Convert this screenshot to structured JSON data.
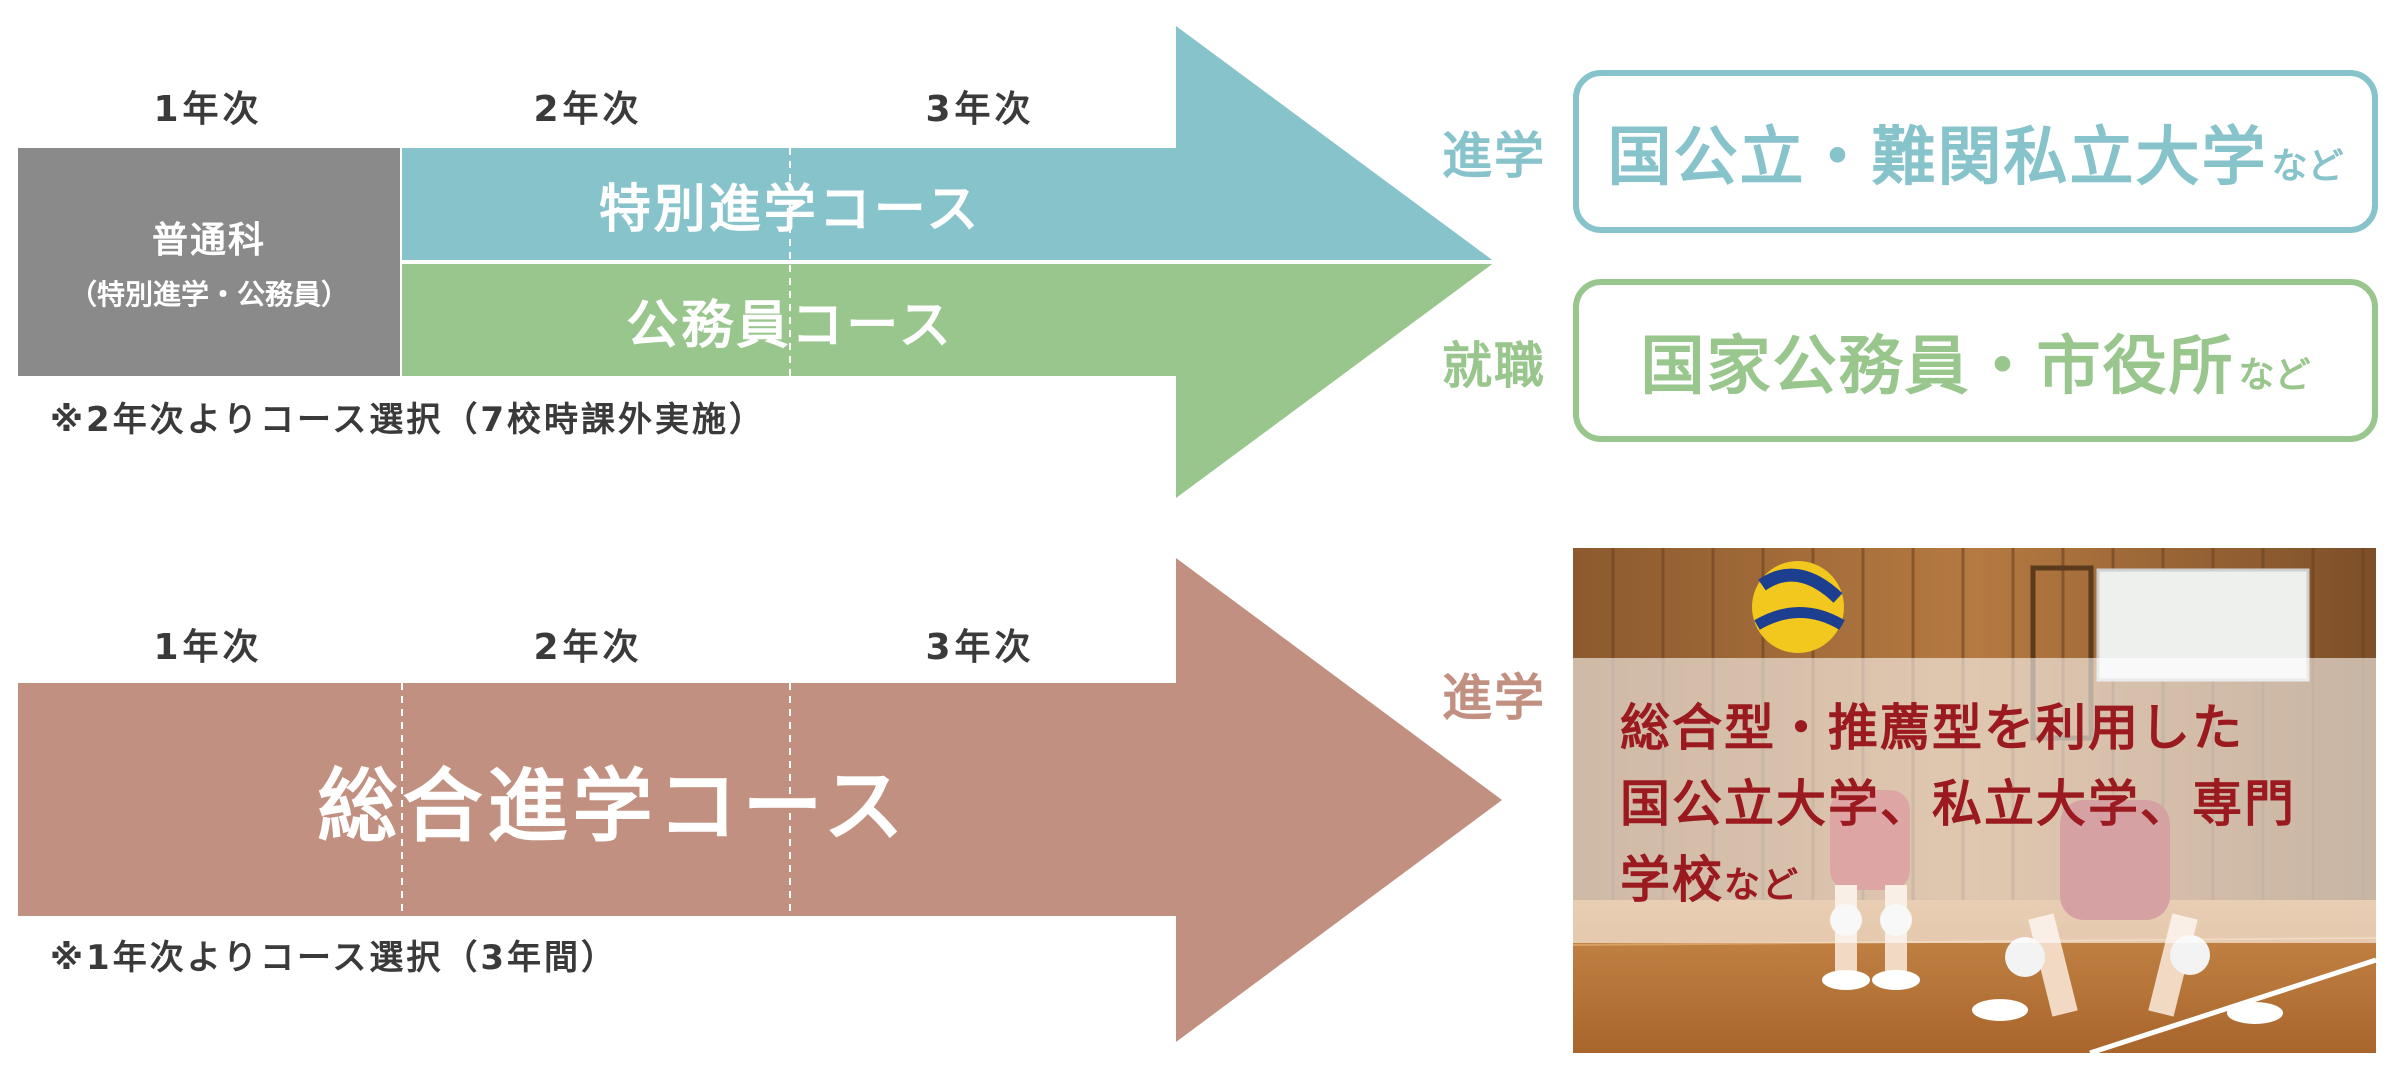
{
  "colors": {
    "gray": "#8a8a8a",
    "teal": "#87c3cb",
    "green": "#98c68c",
    "terracotta": "#c29080",
    "photo_text": "#9a1a1f"
  },
  "top": {
    "years": [
      "1年次",
      "2年次",
      "3年次"
    ],
    "first_year_box": {
      "title": "普通科",
      "subtitle": "（特別進学・公務員）"
    },
    "courses": [
      {
        "label": "特別進学コース"
      },
      {
        "label": "公務員コース"
      }
    ],
    "note": "※2年次よりコース選択（7校時課外実施）",
    "outcomes": [
      {
        "label": "進学",
        "main": "国公立・難関私立大学",
        "suffix": "など"
      },
      {
        "label": "就職",
        "main": "国家公務員・市役所",
        "suffix": "など"
      }
    ]
  },
  "bottom": {
    "years": [
      "1年次",
      "2年次",
      "3年次"
    ],
    "course": {
      "label": "総合進学コース"
    },
    "note": "※1年次よりコース選択（3年間）",
    "outcome": {
      "label": "進学",
      "lines": [
        "総合型・推薦型を利用した",
        "国公立大学、私立大学、専門",
        "学校"
      ],
      "suffix": "など"
    }
  }
}
